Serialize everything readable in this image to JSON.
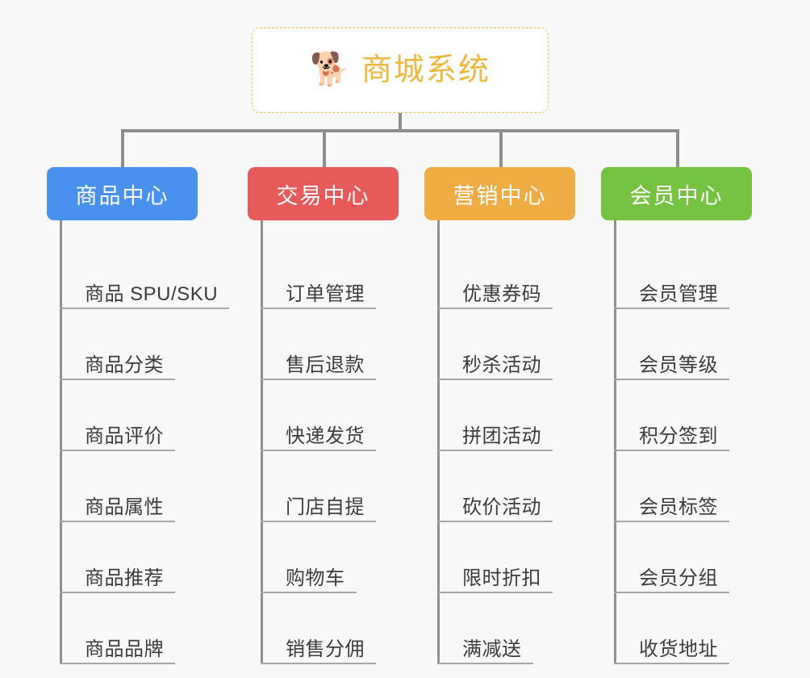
{
  "page": {
    "background_color": "#f8f8f8",
    "line_color": "#909090",
    "leaf_text_color": "#3c3c3c"
  },
  "root": {
    "icon": "shiba-dog-face-icon",
    "icon_glyph": "🐕",
    "title": "商城系统",
    "border_color": "#f2c05a",
    "title_color": "#f0b73e",
    "background_color": "#ffffff"
  },
  "categories": [
    {
      "id": "product-center",
      "label": "商品中心",
      "color": "#4a90ed",
      "items": [
        {
          "label": "商品 SPU/SKU"
        },
        {
          "label": "商品分类"
        },
        {
          "label": "商品评价"
        },
        {
          "label": "商品属性"
        },
        {
          "label": "商品推荐"
        },
        {
          "label": "商品品牌"
        }
      ]
    },
    {
      "id": "trade-center",
      "label": "交易中心",
      "color": "#e65a5a",
      "items": [
        {
          "label": "订单管理"
        },
        {
          "label": "售后退款"
        },
        {
          "label": "快递发货"
        },
        {
          "label": "门店自提"
        },
        {
          "label": "购物车"
        },
        {
          "label": "销售分佣"
        }
      ]
    },
    {
      "id": "marketing-center",
      "label": "营销中心",
      "color": "#eeac43",
      "items": [
        {
          "label": "优惠券码"
        },
        {
          "label": "秒杀活动"
        },
        {
          "label": "拼团活动"
        },
        {
          "label": "砍价活动"
        },
        {
          "label": "限时折扣"
        },
        {
          "label": "满减送"
        }
      ]
    },
    {
      "id": "member-center",
      "label": "会员中心",
      "color": "#76c344",
      "items": [
        {
          "label": "会员管理"
        },
        {
          "label": "会员等级"
        },
        {
          "label": "积分签到"
        },
        {
          "label": "会员标签"
        },
        {
          "label": "会员分组"
        },
        {
          "label": "收货地址"
        }
      ]
    }
  ]
}
